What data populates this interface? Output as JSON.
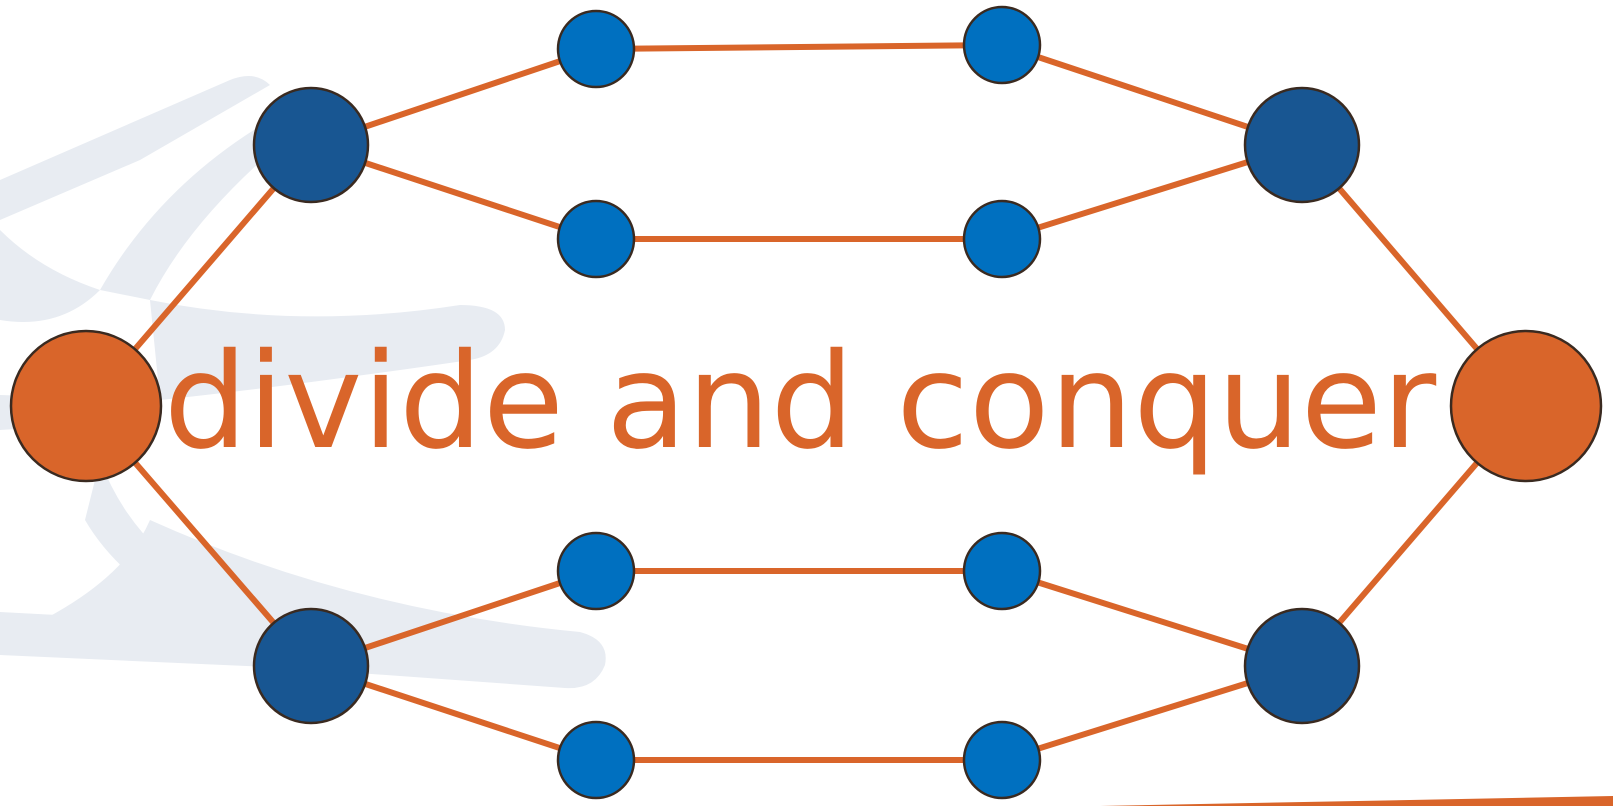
{
  "title": "divide and conquer",
  "colors": {
    "edge": "#d9652a",
    "endpoint_node": "#d9652a",
    "split_node": "#185692",
    "leaf_node": "#0070c0",
    "node_stroke": "#3a2a20",
    "background_watermark": "#e8ecf2",
    "text": "#d9652a"
  },
  "diagram": {
    "nodes": [
      {
        "id": "start",
        "kind": "endpoint"
      },
      {
        "id": "split-top-left",
        "kind": "split"
      },
      {
        "id": "split-bottom-left",
        "kind": "split"
      },
      {
        "id": "leaf-a1",
        "kind": "leaf"
      },
      {
        "id": "leaf-a2",
        "kind": "leaf"
      },
      {
        "id": "leaf-b1",
        "kind": "leaf"
      },
      {
        "id": "leaf-b2",
        "kind": "leaf"
      },
      {
        "id": "leaf-c1",
        "kind": "leaf"
      },
      {
        "id": "leaf-c2",
        "kind": "leaf"
      },
      {
        "id": "leaf-d1",
        "kind": "leaf"
      },
      {
        "id": "leaf-d2",
        "kind": "leaf"
      },
      {
        "id": "split-top-right",
        "kind": "split"
      },
      {
        "id": "split-bottom-right",
        "kind": "split"
      },
      {
        "id": "end",
        "kind": "endpoint"
      }
    ],
    "edges": [
      [
        "start",
        "split-top-left"
      ],
      [
        "start",
        "split-bottom-left"
      ],
      [
        "split-top-left",
        "leaf-a1"
      ],
      [
        "split-top-left",
        "leaf-b1"
      ],
      [
        "split-bottom-left",
        "leaf-c1"
      ],
      [
        "split-bottom-left",
        "leaf-d1"
      ],
      [
        "leaf-a1",
        "leaf-a2"
      ],
      [
        "leaf-b1",
        "leaf-b2"
      ],
      [
        "leaf-c1",
        "leaf-c2"
      ],
      [
        "leaf-d1",
        "leaf-d2"
      ],
      [
        "leaf-a2",
        "split-top-right"
      ],
      [
        "leaf-b2",
        "split-top-right"
      ],
      [
        "leaf-c2",
        "split-bottom-right"
      ],
      [
        "leaf-d2",
        "split-bottom-right"
      ],
      [
        "split-top-right",
        "end"
      ],
      [
        "split-bottom-right",
        "end"
      ]
    ]
  }
}
